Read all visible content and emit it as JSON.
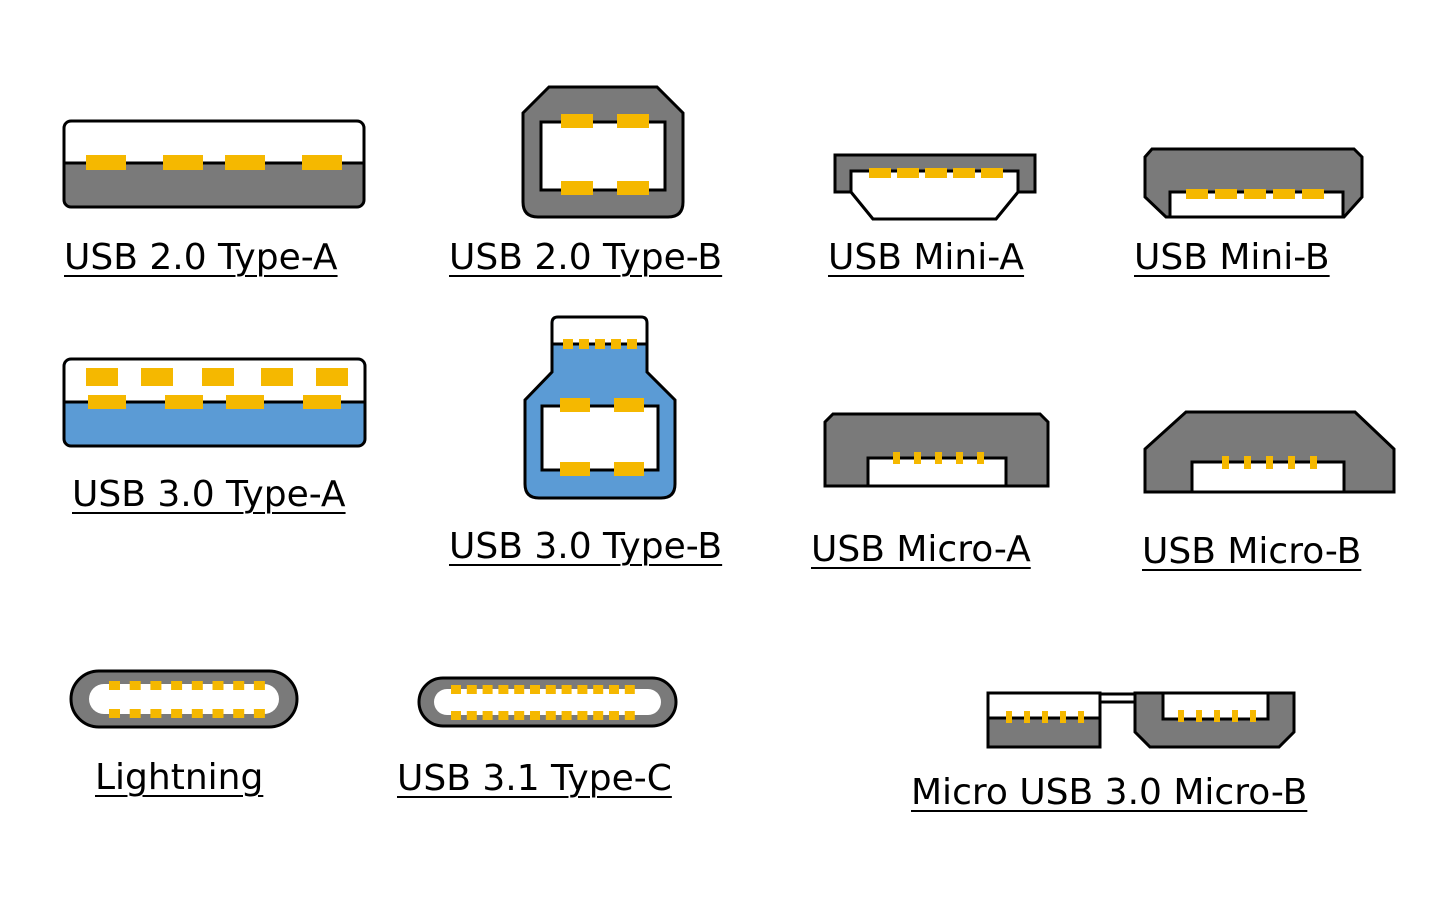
{
  "colors": {
    "body_gray": "#7a7a7a",
    "outline": "#000000",
    "pin_gold": "#f5b800",
    "usb3_blue": "#5b9bd5",
    "cavity_white": "#ffffff"
  },
  "connectors": [
    {
      "id": "usb2-type-a",
      "label": "USB 2.0 Type-A"
    },
    {
      "id": "usb2-type-b",
      "label": "USB 2.0 Type-B"
    },
    {
      "id": "usb-mini-a",
      "label": "USB Mini-A"
    },
    {
      "id": "usb-mini-b",
      "label": "USB Mini-B"
    },
    {
      "id": "usb3-type-a",
      "label": "USB 3.0 Type-A"
    },
    {
      "id": "usb3-type-b",
      "label": "USB 3.0 Type-B"
    },
    {
      "id": "usb-micro-a",
      "label": "USB Micro-A"
    },
    {
      "id": "usb-micro-b",
      "label": "USB Micro-B"
    },
    {
      "id": "lightning",
      "label": "Lightning"
    },
    {
      "id": "usb31-type-c",
      "label": "USB 3.1 Type-C"
    },
    {
      "id": "micro-usb3-micro-b",
      "label": "Micro USB 3.0 Micro-B"
    }
  ]
}
